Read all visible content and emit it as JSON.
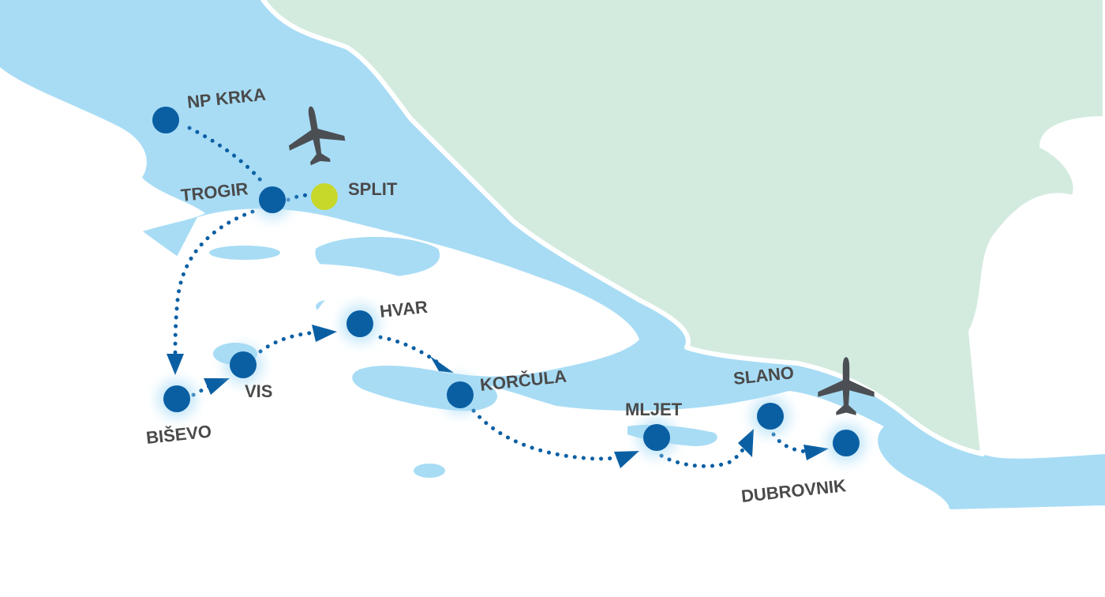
{
  "map": {
    "colors": {
      "land": "#d3ebdf",
      "sea": "#a8dcf5",
      "route_stop": "#0a5fa3",
      "split_stop": "#c8d82a",
      "route_line": "#0a5fa3",
      "airport_icon": "#4b4f54",
      "label": "#4a4a4a"
    },
    "stops": [
      {
        "id": "np-krka",
        "label": "NP KRKA"
      },
      {
        "id": "trogir",
        "label": "TROGIR"
      },
      {
        "id": "split",
        "label": "SPLIT",
        "highlight": true
      },
      {
        "id": "bisevo",
        "label": "BIŠEVO"
      },
      {
        "id": "vis",
        "label": "VIS"
      },
      {
        "id": "hvar",
        "label": "HVAR"
      },
      {
        "id": "korcula",
        "label": "KORČULA"
      },
      {
        "id": "mljet",
        "label": "MLJET"
      },
      {
        "id": "slano",
        "label": "SLANO"
      },
      {
        "id": "dubrovnik",
        "label": "DUBROVNIK"
      }
    ],
    "route_order": [
      "np-krka",
      "trogir",
      "split",
      "trogir",
      "bisevo",
      "vis",
      "hvar",
      "korcula",
      "mljet",
      "slano",
      "dubrovnik"
    ],
    "airports": [
      {
        "id": "airport-split",
        "icon": "airplane-icon",
        "near": "split"
      },
      {
        "id": "airport-dubrovnik",
        "icon": "airplane-icon",
        "near": "dubrovnik"
      }
    ]
  }
}
